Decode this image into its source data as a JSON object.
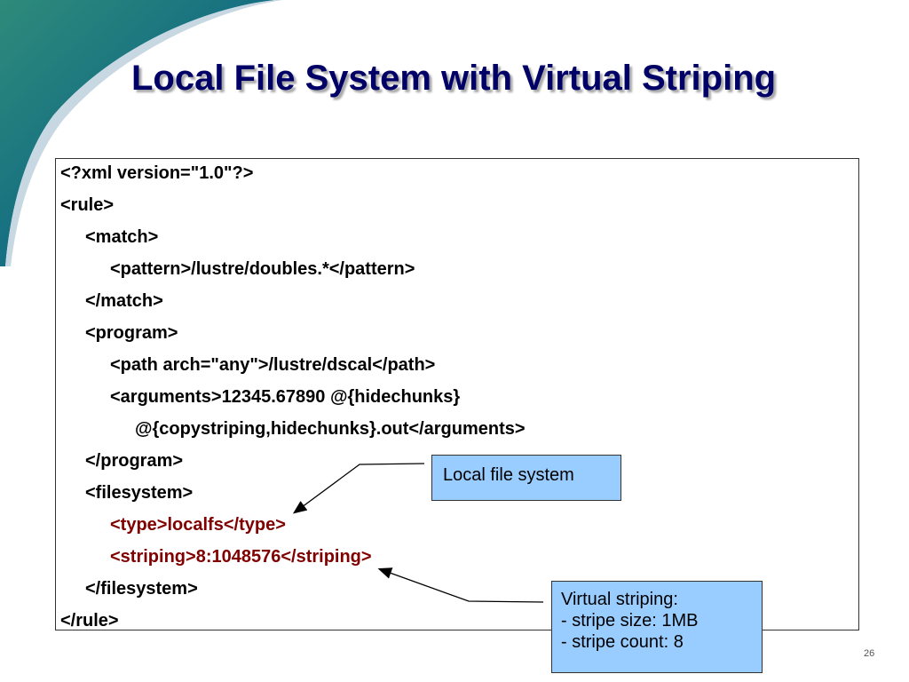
{
  "slide": {
    "title": "Local File System with Virtual Striping",
    "page_number": "26"
  },
  "code": {
    "lines": [
      {
        "text": "<?xml version=\"1.0\"?>",
        "highlight": false
      },
      {
        "text": "<rule>",
        "highlight": false
      },
      {
        "text": "<match>",
        "highlight": false
      },
      {
        "text": "<pattern>/lustre/doubles.*</pattern>",
        "highlight": false
      },
      {
        "text": "</match>",
        "highlight": false
      },
      {
        "text": "<program>",
        "highlight": false
      },
      {
        "text": "<path arch=\"any\">/lustre/dscal</path>",
        "highlight": false
      },
      {
        "text": "<arguments>12345.67890 @{hidechunks}",
        "highlight": false
      },
      {
        "text": "@{copystriping,hidechunks}.out</arguments>",
        "highlight": false
      },
      {
        "text": "</program>",
        "highlight": false
      },
      {
        "text": "<filesystem>",
        "highlight": false
      },
      {
        "text": "<type>localfs</type>",
        "highlight": true
      },
      {
        "text": "<striping>8:1048576</striping>",
        "highlight": true
      },
      {
        "text": "</filesystem>",
        "highlight": false
      },
      {
        "text": "</rule>",
        "highlight": false
      }
    ]
  },
  "callouts": {
    "local_fs": "Local file system",
    "virtual_striping": {
      "line1": "Virtual striping:",
      "line2": "- stripe size: 1MB",
      "line3": "- stripe count: 8"
    }
  },
  "colors": {
    "title": "#000066",
    "highlight_code": "#800000",
    "callout_fill": "#99ccff",
    "swoosh_dark": "#0b5a73",
    "swoosh_light": "#2f8f7a"
  }
}
